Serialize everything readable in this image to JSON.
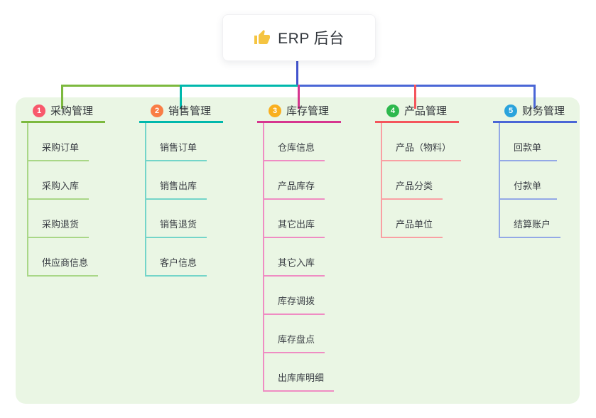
{
  "root": {
    "label": "ERP 后台",
    "icon": "thumbs-up-icon"
  },
  "branches": [
    {
      "badge": "1",
      "label": "采购管理",
      "color": "#7cb93e",
      "color_light": "#a9d787",
      "badge_color": "#f8596c",
      "children": [
        "采购订单",
        "采购入库",
        "采购退货",
        "供应商信息"
      ]
    },
    {
      "badge": "2",
      "label": "销售管理",
      "color": "#00b8ac",
      "color_light": "#74d5c9",
      "badge_color": "#f97d45",
      "children": [
        "销售订单",
        "销售出库",
        "销售退货",
        "客户信息"
      ]
    },
    {
      "badge": "3",
      "label": "库存管理",
      "color": "#d6368f",
      "color_light": "#ef8cc3",
      "badge_color": "#f9af1e",
      "children": [
        "仓库信息",
        "产品库存",
        "其它出库",
        "其它入库",
        "库存调拨",
        "库存盘点",
        "出库库明细"
      ]
    },
    {
      "badge": "4",
      "label": "产品管理",
      "color": "#f4555c",
      "color_light": "#f9a0a3",
      "badge_color": "#2db84d",
      "children": [
        "产品（物料）",
        "产品分类",
        "产品单位"
      ]
    },
    {
      "badge": "5",
      "label": "财务管理",
      "color": "#4a66d6",
      "color_light": "#93a8e6",
      "badge_color": "#2aa3dc",
      "children": [
        "回款单",
        "付款单",
        "结算账户"
      ]
    }
  ],
  "colors": {
    "root_line": "#4253cd",
    "panel_bg": "#eaf6e4",
    "thumb_icon": "#f5c441",
    "canvas_bg": "#ffffff"
  }
}
